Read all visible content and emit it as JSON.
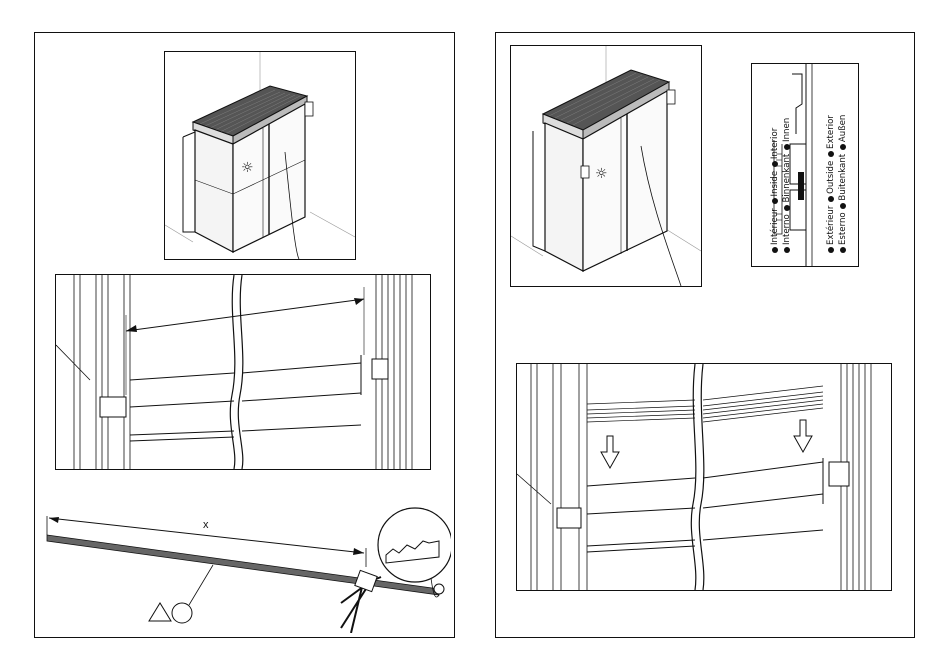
{
  "pages": [
    {
      "steps": [
        {
          "description": "Sauna cabin overview with detail pointer"
        },
        {
          "description": "Measure inner distance between frame profiles"
        },
        {
          "description": "Cut strip to length x"
        }
      ],
      "measure_label": "x"
    },
    {
      "legend": {
        "inside_rows": [
          [
            "Intérieur",
            "Inside",
            "Interior"
          ],
          [
            "Interno",
            "Binnenkant",
            "Innen"
          ]
        ],
        "outside_rows": [
          [
            "Extérieur",
            "Outside",
            "Exterior"
          ],
          [
            "Esterno",
            "Buitenkant",
            "Außen"
          ]
        ]
      }
    }
  ]
}
